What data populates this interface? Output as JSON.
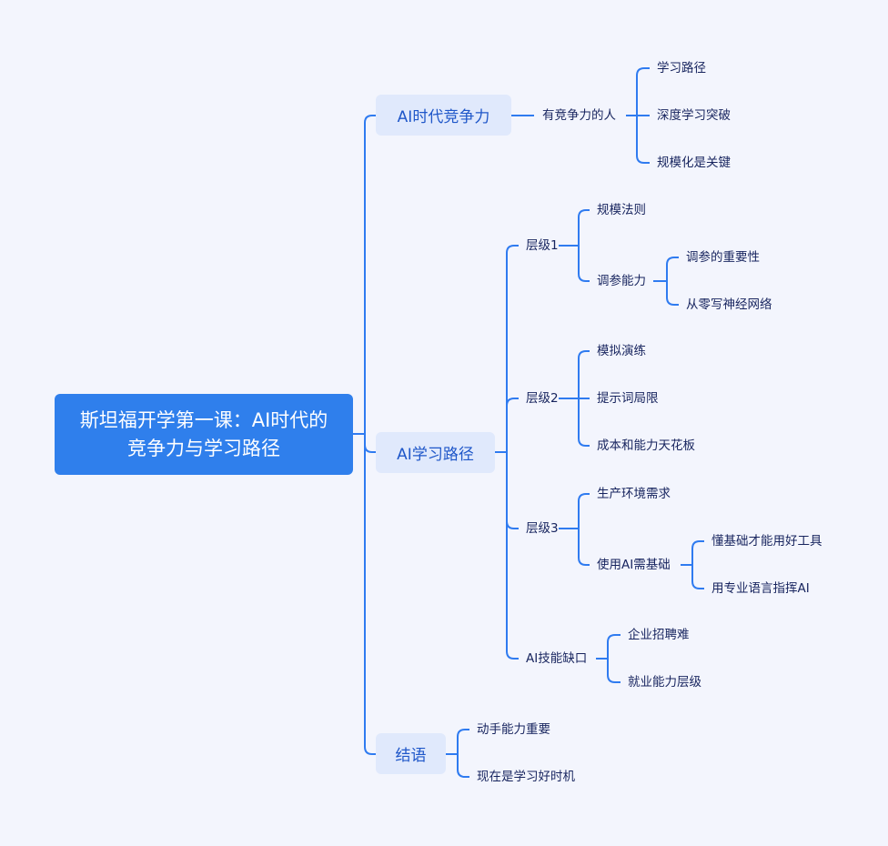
{
  "root": {
    "title": "斯坦福开学第一课：AI时代的竞争力与学习路径"
  },
  "branches": {
    "competitiveness": {
      "label": "AI时代竞争力",
      "person": {
        "label": "有竞争力的人",
        "children": [
          "学习路径",
          "深度学习突破",
          "规模化是关键"
        ]
      }
    },
    "path": {
      "label": "AI学习路径",
      "level1": {
        "label": "层级1",
        "scaling_law": "规模法则",
        "tuning": {
          "label": "调参能力",
          "children": [
            "调参的重要性",
            "从零写神经网络"
          ]
        }
      },
      "level2": {
        "label": "层级2",
        "children": [
          "模拟演练",
          "提示词局限",
          "成本和能力天花板"
        ]
      },
      "level3": {
        "label": "层级3",
        "production": "生产环境需求",
        "basics": {
          "label": "使用AI需基础",
          "children": [
            "懂基础才能用好工具",
            "用专业语言指挥AI"
          ]
        }
      },
      "gap": {
        "label": "AI技能缺口",
        "children": [
          "企业招聘难",
          "就业能力层级"
        ]
      }
    },
    "conclusion": {
      "label": "结语",
      "children": [
        "动手能力重要",
        "现在是学习好时机"
      ]
    }
  },
  "colors": {
    "line": "#2f7bf0",
    "root": "#2f7fec",
    "branch_bg": "#e0e9fc",
    "text": "#17245e"
  }
}
